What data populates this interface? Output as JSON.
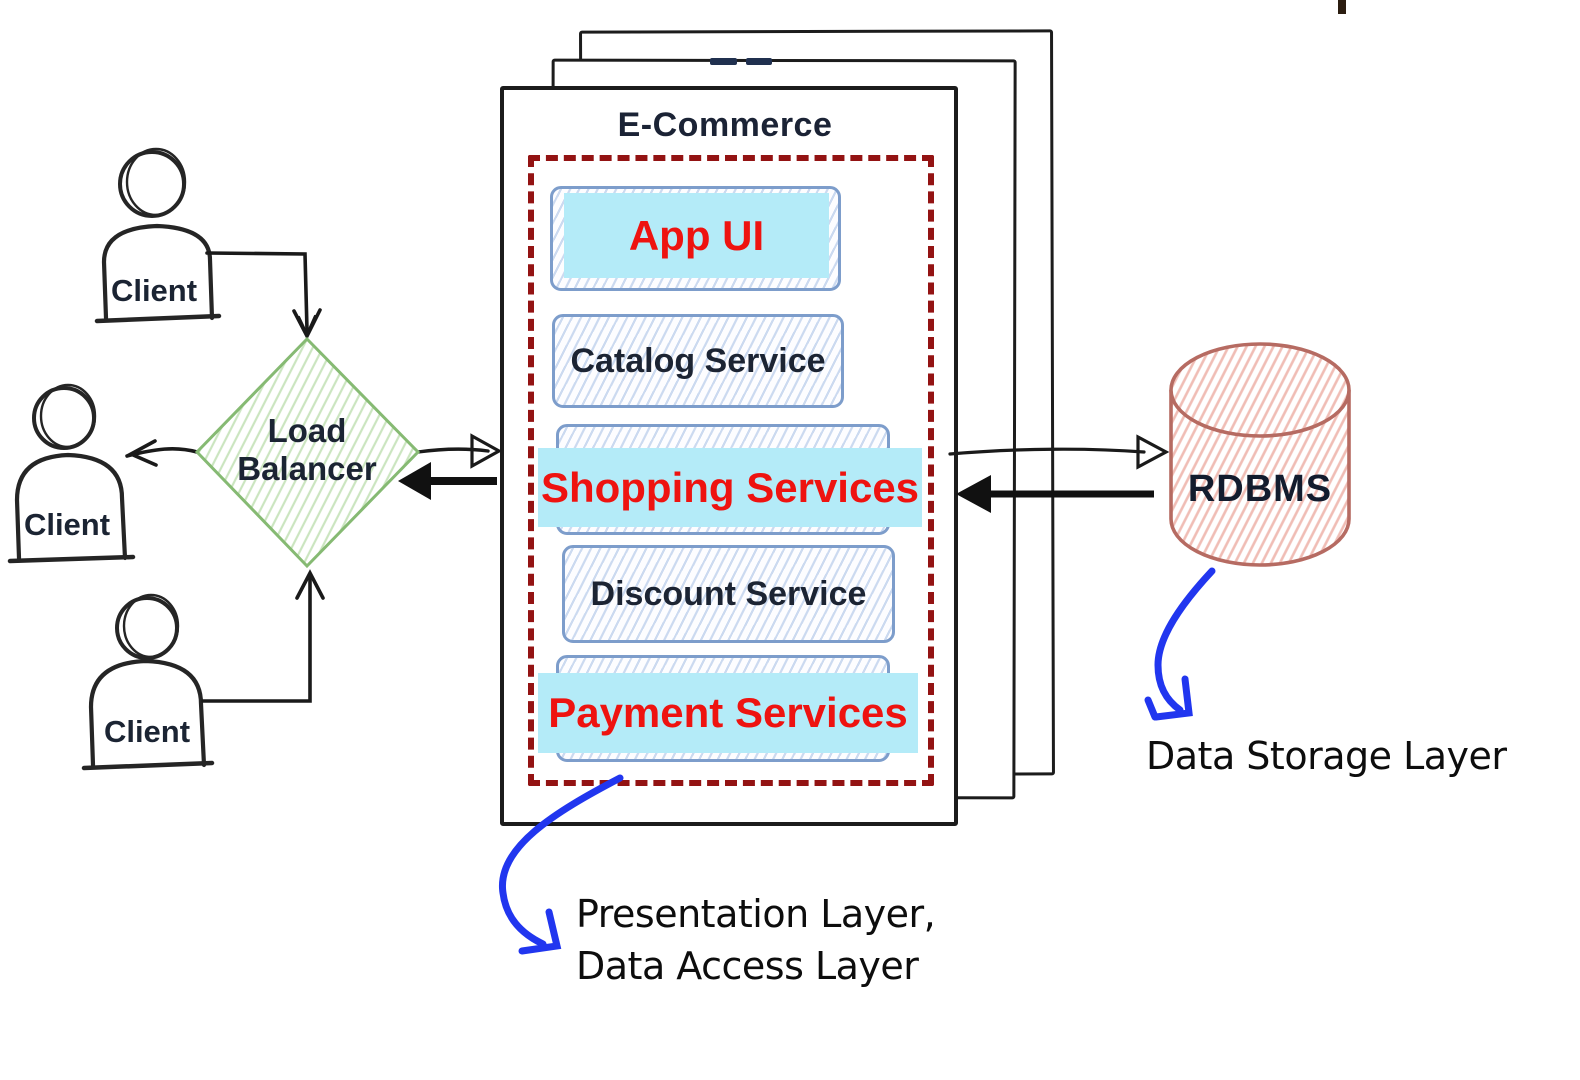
{
  "clients": [
    {
      "label": "Client"
    },
    {
      "label": "Client"
    },
    {
      "label": "Client"
    }
  ],
  "load_balancer": {
    "line1": "Load",
    "line2": "Balancer"
  },
  "ecommerce": {
    "title": "E-Commerce",
    "services": [
      {
        "label": "App UI",
        "highlight": true
      },
      {
        "label": "Catalog Service",
        "highlight": false
      },
      {
        "label": "Shopping Services",
        "highlight": true
      },
      {
        "label": "Discount Service",
        "highlight": false
      },
      {
        "label": "Payment Services",
        "highlight": true
      }
    ]
  },
  "database": {
    "label": "RDBMS"
  },
  "annotations": {
    "presentation": {
      "line1": "Presentation Layer,",
      "line2": "Data Access Layer"
    },
    "storage": {
      "text": "Data Storage Layer"
    }
  },
  "colors": {
    "highlight_cyan": "#b4ebf8",
    "accent_red_text": "#ee1310",
    "dashed_border_red": "#931313",
    "sketch_blue": "#7d9dcb",
    "load_balancer_green": "#86ba73",
    "database_pink": "#b66b62",
    "annotation_arrow_blue": "#2136ef",
    "ink_black": "#1c1c1c"
  }
}
